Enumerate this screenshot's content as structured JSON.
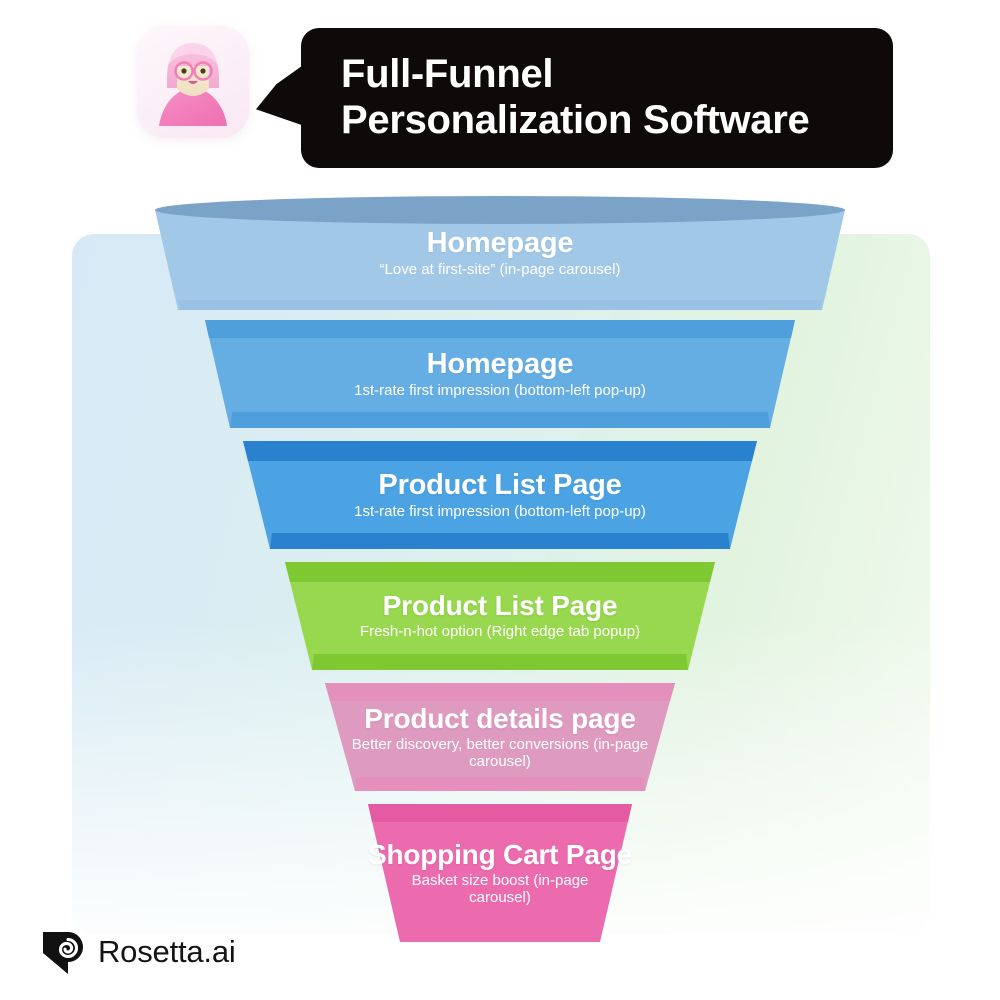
{
  "header": {
    "avatar_alt": "rosetta-mascot-avatar",
    "title_line1": "Full-Funnel",
    "title_line2": "Personalization Software",
    "bubble_color": "#0d0a09"
  },
  "funnel": {
    "stages": [
      {
        "id": "homepage-love-at-first-site",
        "title": "Homepage",
        "subtitle": "“Love at first-site”   (in-page carousel)",
        "color_body": "#a2c8e8",
        "color_edge": "#8fbbe0",
        "color_cap": "#7ba3c8"
      },
      {
        "id": "homepage-first-impression",
        "title": "Homepage",
        "subtitle": "1st-rate first impression (bottom-left pop-up)",
        "color_body": "#65aee4",
        "color_edge": "#4f9fdd",
        "color_cap": "#4f9fdd"
      },
      {
        "id": "product-list-page-first-impression",
        "title": "Product List Page",
        "subtitle": "1st-rate first impression (bottom-left pop-up)",
        "color_body": "#4ba3e3",
        "color_edge": "#2a82cf",
        "color_cap": "#2a82cf"
      },
      {
        "id": "product-list-page-fresh-n-hot",
        "title": "Product List Page",
        "subtitle": "Fresh-n-hot option (Right edge tab popup)",
        "color_body": "#97d84e",
        "color_edge": "#7ec832",
        "color_cap": "#7ec832"
      },
      {
        "id": "product-details-page",
        "title": "Product details page",
        "subtitle": "Better discovery, better conversions (in-page carousel)",
        "color_body": "#df9ac0",
        "color_edge": "#e48fbc",
        "color_cap": "#e48fbc"
      },
      {
        "id": "shopping-cart-page",
        "title": "Shopping Cart Page",
        "subtitle": "Basket size boost (in-page carousel)",
        "color_body": "#ec6bae",
        "color_edge": "#e45ba2",
        "color_cap": "#e45ba2"
      }
    ]
  },
  "footer": {
    "brand": "Rosetta.ai",
    "logo_icon": "rosetta-spiral-logo-icon"
  }
}
